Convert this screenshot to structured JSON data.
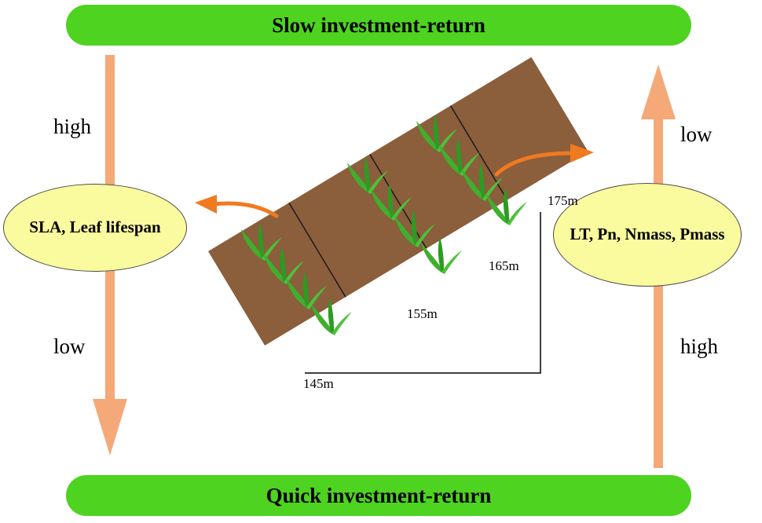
{
  "banners": {
    "top": "Slow investment-return",
    "bottom": "Quick investment-return"
  },
  "left_axis": {
    "top_label": "high",
    "bottom_label": "low",
    "trait_label": "SLA, Leaf lifespan"
  },
  "right_axis": {
    "top_label": "low",
    "bottom_label": "high",
    "trait_label": "LT, Pn, Nmass, Pmass"
  },
  "elevations": [
    "145m",
    "155m",
    "165m",
    "175m"
  ],
  "colors": {
    "banner": "#4ED320",
    "arrow": "#F5A878",
    "curved_arrow": "#F07A20",
    "ellipse": "#FAFA9E",
    "soil": "#8B5E3C",
    "grass": "#3FAF2E"
  },
  "icons": [
    "grass-icon",
    "curved-arrow-icon"
  ]
}
